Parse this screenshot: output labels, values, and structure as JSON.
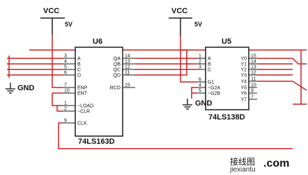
{
  "colors": {
    "wire": "#cc1f1f",
    "part": "#1a1a1a",
    "ground": "#2a2a2a"
  },
  "power": {
    "vcc_left": "VCC",
    "volt_left": "5V",
    "vcc_right": "VCC",
    "volt_right": "5V",
    "gnd_left": "GND",
    "gnd_right": "GND"
  },
  "u6": {
    "ref": "U6",
    "part": "74LS163D",
    "left_pins": [
      {
        "num": "3",
        "name": "A"
      },
      {
        "num": "4",
        "name": "B"
      },
      {
        "num": "5",
        "name": "C"
      },
      {
        "num": "6",
        "name": "D"
      },
      {
        "num": "7",
        "name": "ENP"
      },
      {
        "num": "10",
        "name": "ENT"
      },
      {
        "num": "1",
        "name": "~LOAD"
      },
      {
        "num": "2",
        "name": "~CLR"
      },
      {
        "num": "9",
        "name": "CLK"
      }
    ],
    "right_pins": [
      {
        "num": "14",
        "name": "QA"
      },
      {
        "num": "13",
        "name": "QB"
      },
      {
        "num": "12",
        "name": "QC"
      },
      {
        "num": "11",
        "name": "QD"
      },
      {
        "num": "15",
        "name": "RCO"
      }
    ]
  },
  "u5": {
    "ref": "U5",
    "part": "74LS138D",
    "left_pins": [
      {
        "num": "1",
        "name": "A"
      },
      {
        "num": "2",
        "name": "B"
      },
      {
        "num": "3",
        "name": "C"
      },
      {
        "num": "6",
        "name": "G1"
      },
      {
        "num": "4",
        "name": "~G2A"
      },
      {
        "num": "5",
        "name": "~G2B"
      }
    ],
    "right_pins": [
      {
        "num": "15",
        "name": "Y0"
      },
      {
        "num": "14",
        "name": "Y1"
      },
      {
        "num": "13",
        "name": "Y2"
      },
      {
        "num": "12",
        "name": "Y3"
      },
      {
        "num": "11",
        "name": "Y4"
      },
      {
        "num": "10",
        "name": "Y5"
      },
      {
        "num": "9",
        "name": "Y6"
      },
      {
        "num": "7",
        "name": "Y7"
      }
    ]
  },
  "watermark": {
    "brand": "接线图",
    "site": "jiexiantu",
    "tld": ".com"
  }
}
